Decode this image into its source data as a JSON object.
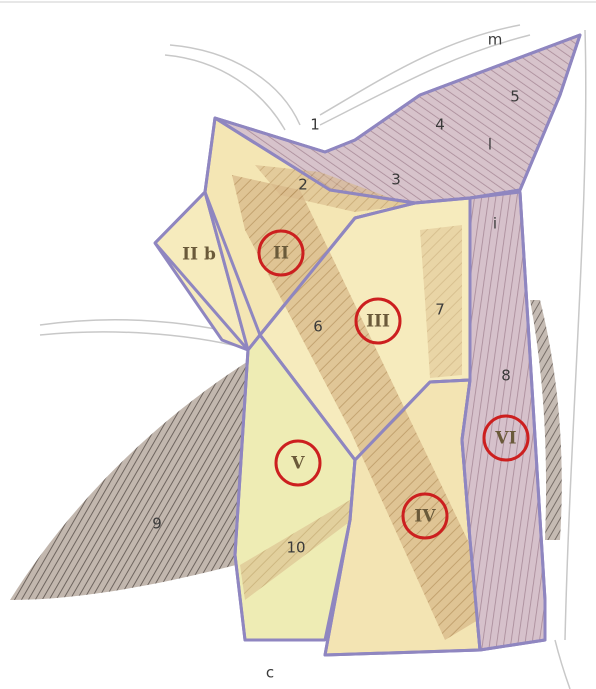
{
  "labels": {
    "m": "m",
    "l": "l",
    "i": "i",
    "c": "c",
    "n1": "1",
    "n2": "2",
    "n3": "3",
    "n4": "4",
    "n5": "5",
    "n6": "6",
    "n7": "7",
    "n8": "8",
    "n9": "9",
    "n10": "10"
  },
  "zones": {
    "II": "II",
    "IIb": "II b",
    "III": "III",
    "IV": "IV",
    "V": "V",
    "VI": "VI"
  },
  "colors": {
    "outline": "#8f86c0",
    "circle": "#cc1f1f",
    "zone_fill": "#f6ebbd",
    "zone_fill_green": "#eeecb4",
    "muscle_pink": "#cdb6c0",
    "muscle_tan": "#c9a877"
  }
}
